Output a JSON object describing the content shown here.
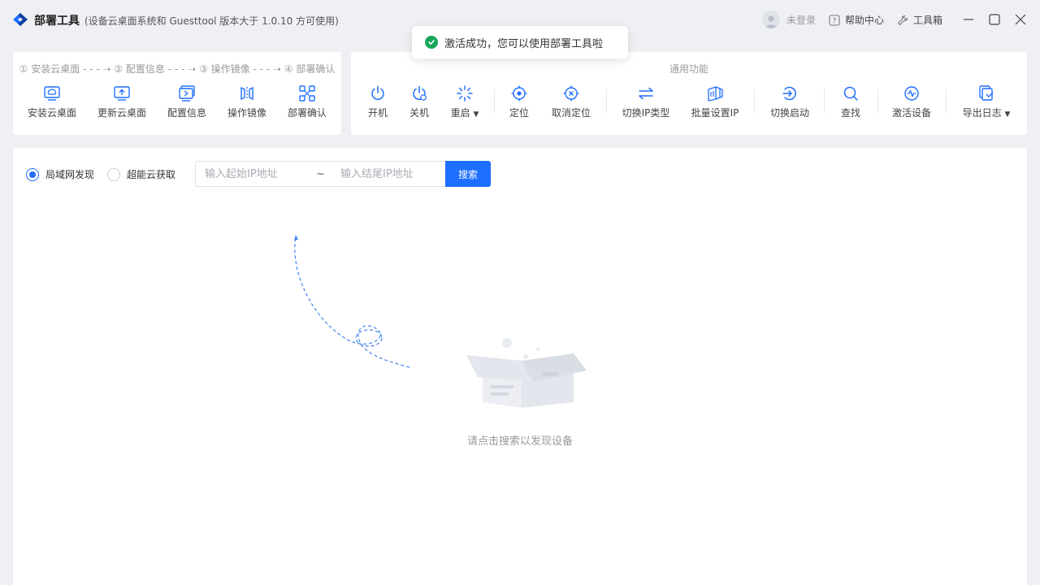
{
  "titlebar": {
    "app_name": "部署工具",
    "subtitle": "(设备云桌面系统和 Guesttool 版本大于 1.0.10 方可使用)",
    "login_label": "未登录",
    "help_label": "帮助中心",
    "toolbox_label": "工具箱"
  },
  "toast": {
    "message": "激活成功，您可以使用部署工具啦",
    "status_color": "#1aa65a"
  },
  "deploy_panel": {
    "steps_text": "① 安装云桌面 - - - ➝ ② 配置信息 - - - ➝ ③ 操作镜像 - - - ➝ ④ 部署确认",
    "tools": [
      {
        "label": "安装云桌面",
        "icon": "install-desktop-icon"
      },
      {
        "label": "更新云桌面",
        "icon": "update-desktop-icon"
      },
      {
        "label": "配置信息",
        "icon": "config-info-icon"
      },
      {
        "label": "操作镜像",
        "icon": "mirror-icon"
      },
      {
        "label": "部署确认",
        "icon": "deploy-confirm-icon"
      }
    ]
  },
  "common_panel": {
    "title": "通用功能",
    "tools": [
      {
        "label": "开机",
        "icon": "power-on-icon"
      },
      {
        "label": "关机",
        "icon": "power-off-icon"
      },
      {
        "label": "重启",
        "icon": "restart-icon"
      },
      {
        "label": "定位",
        "icon": "locate-icon"
      },
      {
        "label": "取消定位",
        "icon": "cancel-locate-icon"
      },
      {
        "label": "切换IP类型",
        "icon": "switch-ip-icon"
      },
      {
        "label": "批量设置IP",
        "icon": "batch-ip-icon"
      },
      {
        "label": "切换启动",
        "icon": "switch-boot-icon"
      },
      {
        "label": "查找",
        "icon": "search-icon"
      },
      {
        "label": "激活设备",
        "icon": "activate-icon"
      },
      {
        "label": "导出日志",
        "icon": "export-log-icon"
      }
    ]
  },
  "search": {
    "radio_lan": "局域网发现",
    "radio_cloud": "超能云获取",
    "start_placeholder": "输入起始IP地址",
    "separator": "~",
    "end_placeholder": "输入结尾IP地址",
    "button_label": "搜索"
  },
  "empty_state": {
    "message": "请点击搜索以发现设备"
  },
  "colors": {
    "accent": "#1e6fff",
    "success": "#1aa65a"
  }
}
